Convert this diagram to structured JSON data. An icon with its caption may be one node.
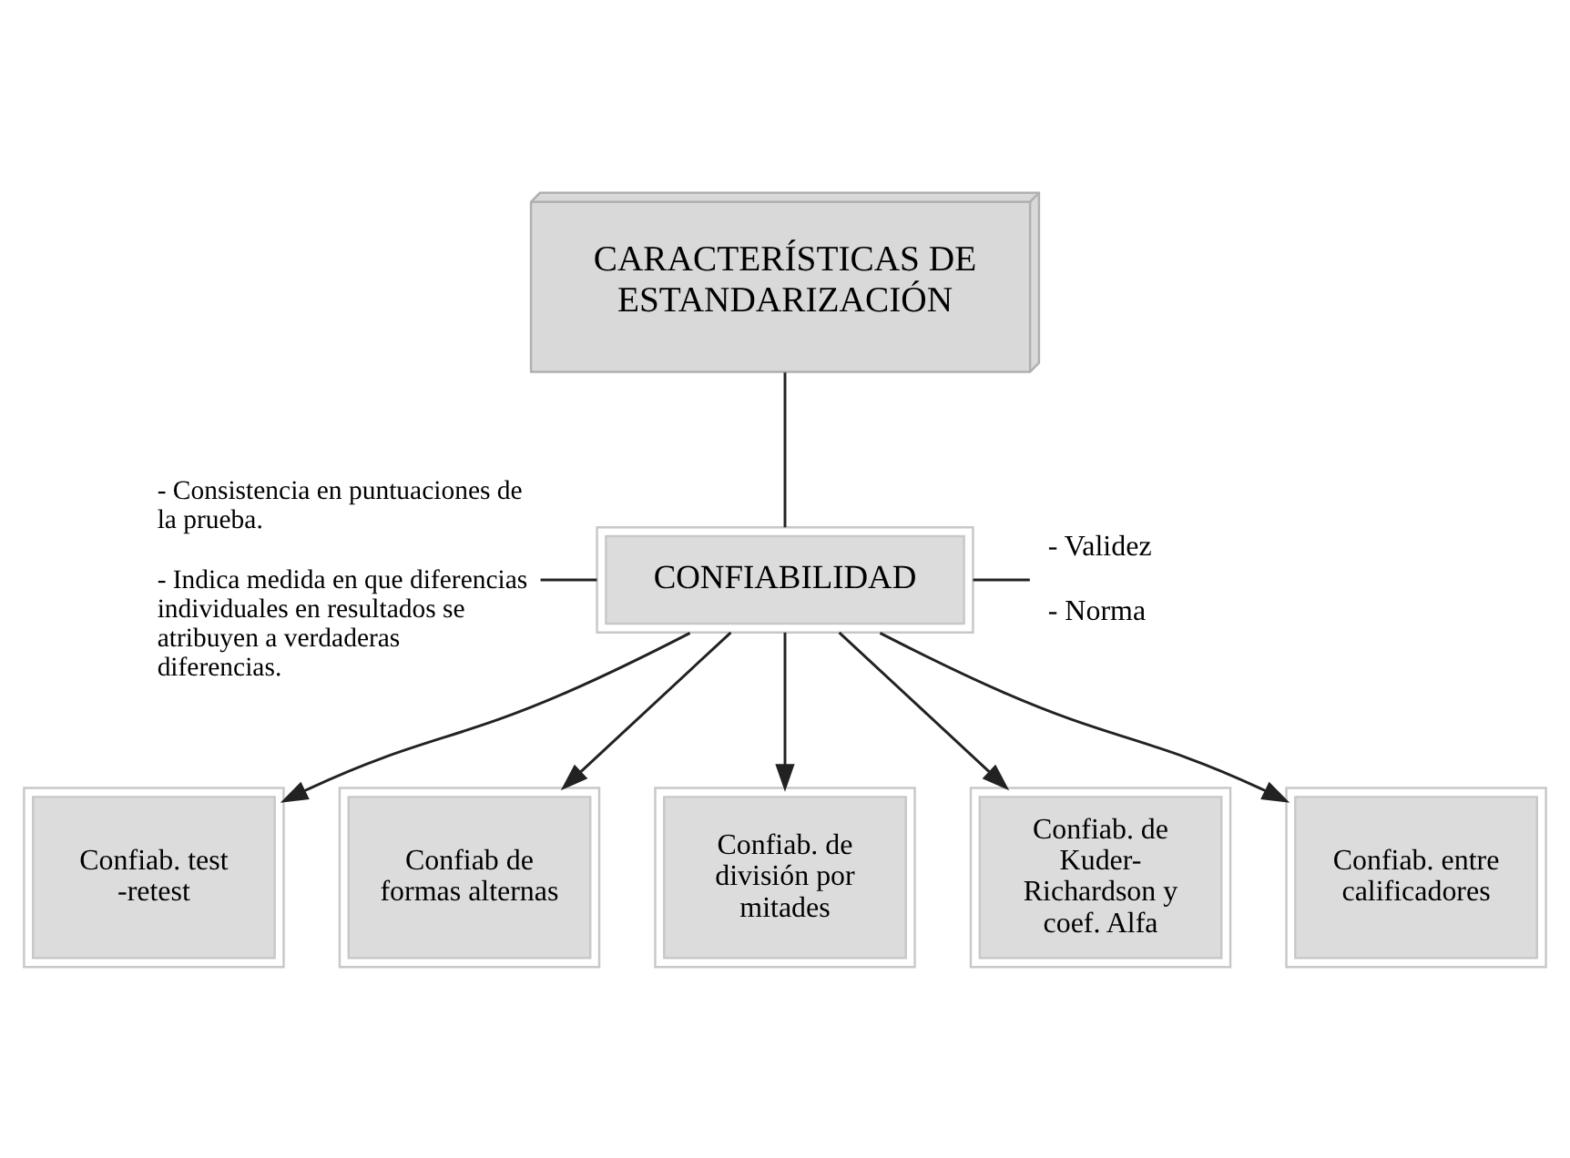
{
  "diagram": {
    "nodes": [
      {
        "text": [
          "CARACTERÍSTICAS DE ESTANDARIZACIÓN"
        ]
      },
      {
        "text": [
          "CONFIABILIDAD"
        ]
      },
      {
        "text": [
          "- Consistencia en puntuaciones de la prueba.",
          "- Indica medida en que diferencias individuales en resultados se atribuyen a verdaderas diferencias."
        ]
      },
      {
        "text": [
          "- Validez",
          "- Norma"
        ]
      },
      {
        "text": [
          "Confiab. test -retest"
        ]
      },
      {
        "text": [
          "Confiab de formas alternas"
        ]
      },
      {
        "text": [
          "Confiab. de división por mitades"
        ]
      },
      {
        "text": [
          "Confiab. de Kuder-Richardson y coef. Alfa"
        ]
      },
      {
        "text": [
          "Confiab. entre calificadores"
        ]
      }
    ],
    "edges": [
      {
        "from": 0,
        "to": 1,
        "arrow": "none"
      },
      {
        "from": 1,
        "to": 2,
        "arrow": "none"
      },
      {
        "from": 1,
        "to": 3,
        "arrow": "none"
      },
      {
        "from": 1,
        "to": 4,
        "arrow": "to"
      },
      {
        "from": 1,
        "to": 5,
        "arrow": "to"
      },
      {
        "from": 1,
        "to": 6,
        "arrow": "to"
      },
      {
        "from": 1,
        "to": 7,
        "arrow": "to"
      },
      {
        "from": 1,
        "to": 8,
        "arrow": "to"
      }
    ]
  }
}
